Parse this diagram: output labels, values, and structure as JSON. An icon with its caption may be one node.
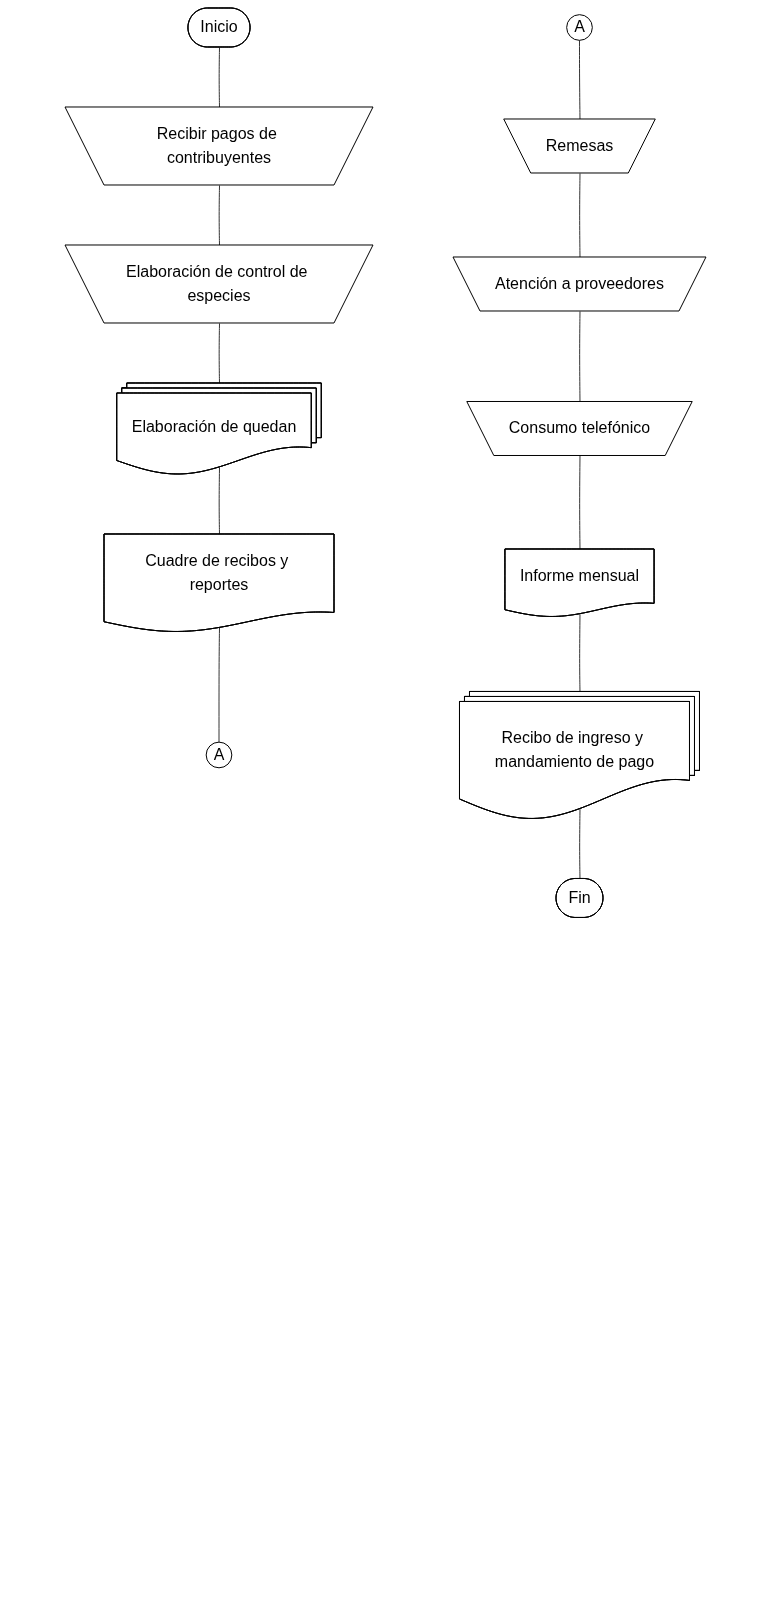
{
  "diagram": {
    "nodes": [
      {
        "text": [
          "Inicio"
        ]
      },
      {
        "text": [
          "Recibir pagos de contribuyentes"
        ]
      },
      {
        "text": [
          "Elaboración de control de especies"
        ]
      },
      {
        "text": [
          "Elaboración de quedan"
        ]
      },
      {
        "text": [
          "Cuadre de recibos y reportes"
        ]
      },
      {
        "text": [
          "A"
        ]
      },
      {
        "text": [
          "A"
        ]
      },
      {
        "text": [
          "Remesas"
        ]
      },
      {
        "text": [
          "Atención a proveedores"
        ]
      },
      {
        "text": [
          "Consumo telefónico"
        ]
      },
      {
        "text": [
          "Informe mensual"
        ]
      },
      {
        "text": [
          "Recibo de ingreso y mandamiento de pago"
        ]
      },
      {
        "text": [
          "Fin"
        ]
      }
    ],
    "edges": [
      {
        "from": 0,
        "to": 1,
        "arrow": "none"
      },
      {
        "from": 1,
        "to": 2,
        "arrow": "none"
      },
      {
        "from": 2,
        "to": 3,
        "arrow": "none"
      },
      {
        "from": 3,
        "to": 4,
        "arrow": "none"
      },
      {
        "from": 4,
        "to": 5,
        "arrow": "none"
      },
      {
        "from": 6,
        "to": 7,
        "arrow": "none"
      },
      {
        "from": 7,
        "to": 8,
        "arrow": "none"
      },
      {
        "from": 8,
        "to": 9,
        "arrow": "none"
      },
      {
        "from": 9,
        "to": 10,
        "arrow": "none"
      },
      {
        "from": 10,
        "to": 11,
        "arrow": "none"
      },
      {
        "from": 11,
        "to": 12,
        "arrow": "none"
      }
    ]
  }
}
